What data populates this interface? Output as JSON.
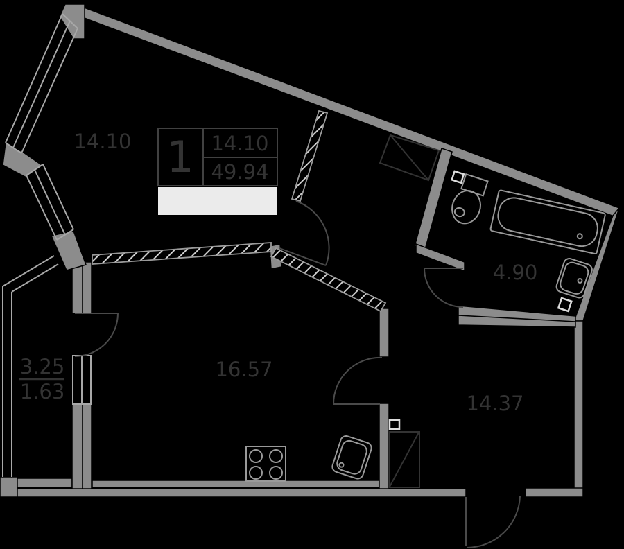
{
  "stamp": {
    "rooms_count": "1",
    "living_area": "14.10",
    "total_area": "49.94"
  },
  "rooms": {
    "living": "14.10",
    "kitchen_living": "16.57",
    "bathroom": "4.90",
    "hall": "14.37"
  },
  "balcony": {
    "full": "3.25",
    "reduced": "1.63"
  },
  "fixtures": {
    "bathroom": [
      "bathtub",
      "toilet",
      "sink",
      "vent-duct"
    ],
    "kitchen": [
      "stove",
      "kitchen-sink"
    ],
    "hall": [
      "wardrobe",
      "vent-duct"
    ],
    "hallway": [
      "wardrobe"
    ]
  },
  "colors": {
    "background": "#000000",
    "wall": "#8c8c8c",
    "label": "#333333",
    "door": "#4a4a4a",
    "fixture": "#999999",
    "hatch_lines": "#cfcfcf",
    "hatch_edge": "#9a9a9a",
    "window": "#a8a8a8",
    "closet": "#333333",
    "duct": "#dddddd",
    "stamp_border": "#414141",
    "stamp_bar": "#ebebeb"
  }
}
